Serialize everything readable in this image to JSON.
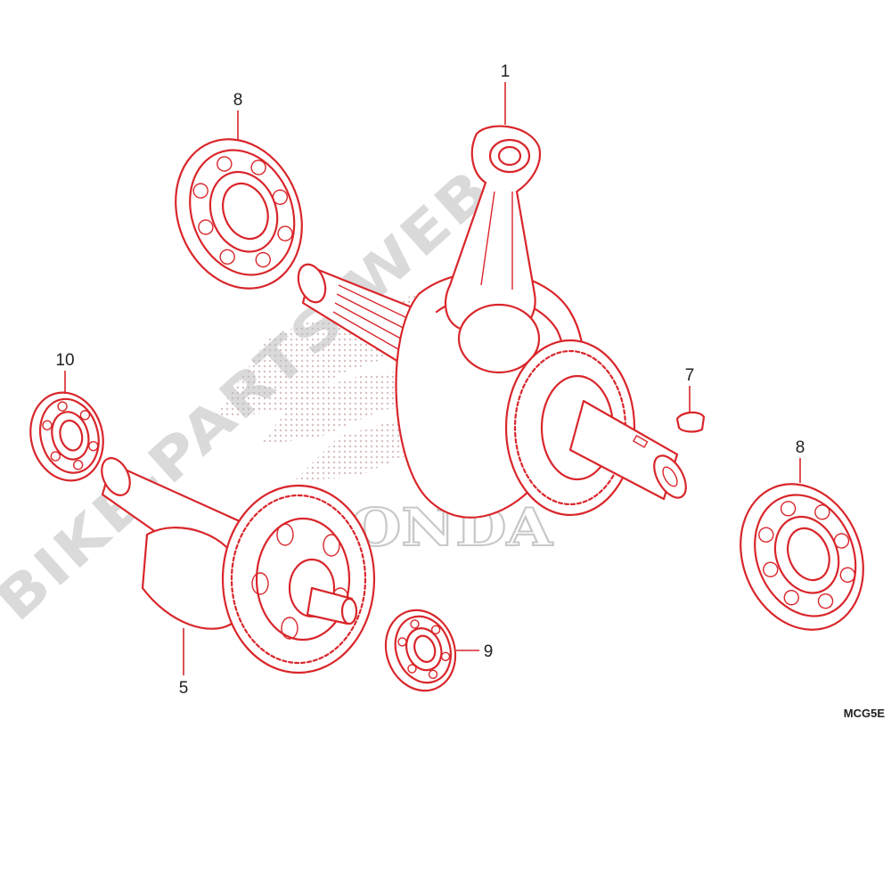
{
  "callouts": {
    "c1": "1",
    "c5": "5",
    "c7": "7",
    "c8a": "8",
    "c8b": "8",
    "c9": "9",
    "c10": "10"
  },
  "diagram_code": "MCG5E",
  "watermark_text": "BIKE-PARTS-WEB",
  "brand_logo_text": "HONDA",
  "colors": {
    "line": "#d9262b",
    "watermark": "#bdbdbd",
    "text": "#222222"
  }
}
